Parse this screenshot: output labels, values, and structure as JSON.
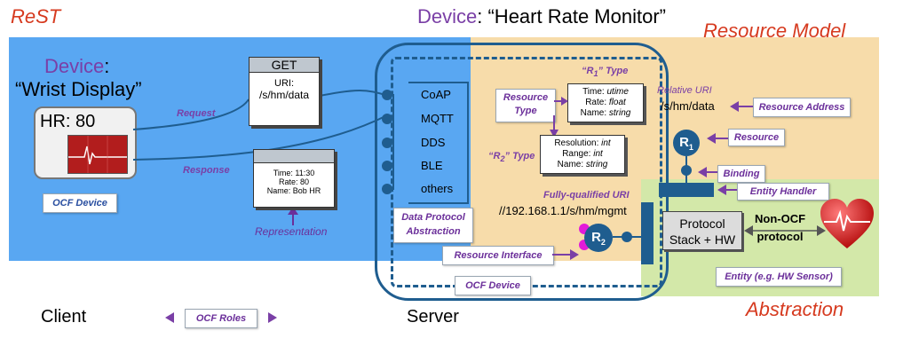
{
  "titles": {
    "rest": "ReST",
    "server_device_label": "Device",
    "server_device_name": ": “Heart Rate Monitor”",
    "resource_model": "Resource Model",
    "abstraction": "Abstraction"
  },
  "client": {
    "device_label": "Device",
    "device_colon": ":",
    "device_name": "“Wrist Display”",
    "hr_text": "HR: 80",
    "ocf_device": "OCF Device",
    "bottom_label": "Client"
  },
  "server": {
    "bottom_label": "Server"
  },
  "request": {
    "label": "Request",
    "method": "GET",
    "uri_label": "URI:",
    "uri": "/s/hm/data"
  },
  "response": {
    "label": "Response",
    "lines": [
      "Time: 11:30",
      "Rate: 80",
      "Name: Bob HR"
    ],
    "representation": "Representation"
  },
  "protocols": [
    "CoAP",
    "MQTT",
    "DDS",
    "BLE",
    "others"
  ],
  "data_protocol_abstraction": [
    "Data Protocol",
    "Abstraction"
  ],
  "ocf_roles": "OCF Roles",
  "r1_type": {
    "title_prefix": "“R",
    "title_sub": "1",
    "title_suffix": "” Type",
    "lines": [
      {
        "k": "Time:",
        "v": "utime"
      },
      {
        "k": "Rate:",
        "v": "float"
      },
      {
        "k": "Name:",
        "v": "string"
      }
    ]
  },
  "r2_type": {
    "title_prefix": "“R",
    "title_sub": "2",
    "title_suffix": "” Type",
    "lines": [
      {
        "k": "Resolution:",
        "v": "int"
      },
      {
        "k": "Range:",
        "v": "int"
      },
      {
        "k": "Name:",
        "v": "string"
      }
    ]
  },
  "resource_type": [
    "Resource",
    "Type"
  ],
  "relative_uri_label": "Relative URI",
  "relative_uri": "/s/hm/data",
  "resource_address": "Resource Address",
  "resource": "Resource",
  "binding": "Binding",
  "entity_handler": "Entity Handler",
  "fq_uri_label": "Fully-qualified URI",
  "fq_uri": "//192.168.1.1/s/hm/mgmt",
  "resource_interface": "Resource Interface",
  "ocf_device_server": "OCF Device",
  "r1_badge": {
    "letter": "R",
    "sub": "1"
  },
  "r2_badge": {
    "letter": "R",
    "sub": "2"
  },
  "protocol_stack": [
    "Protocol",
    "Stack + HW"
  ],
  "non_ocf": [
    "Non-OCF",
    "protocol"
  ],
  "entity": "Entity (e.g. HW Sensor)",
  "colors": {
    "client_blue": "#59a7f2",
    "resource_model_bg": "#f7dcaa",
    "abstraction_green": "#d3e8a9",
    "dark_blue": "#1f5d8f",
    "purple": "#7a3fa6",
    "red": "#d63a1f"
  }
}
